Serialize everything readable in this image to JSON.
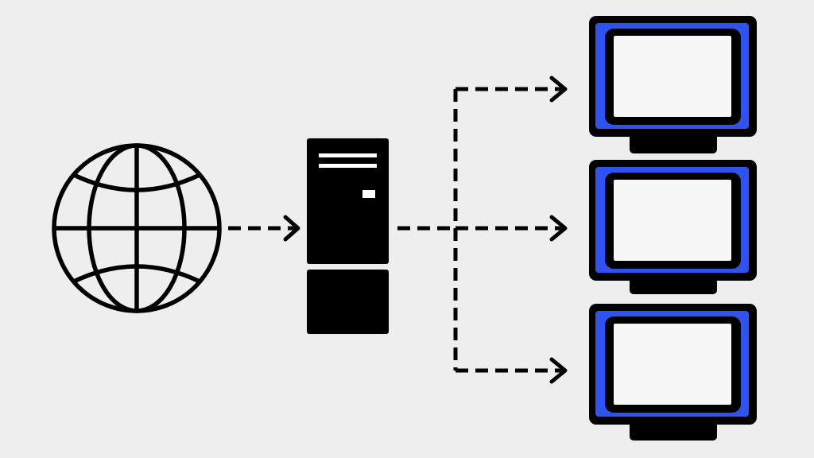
{
  "colors": {
    "background": "#eeeeee",
    "stroke": "#000000",
    "screen_frame": "#2f53f0",
    "screen": "#f7f7f7",
    "server_detail": "#ffffff"
  },
  "diagram": {
    "nodes": [
      {
        "id": "internet",
        "icon": "globe-icon"
      },
      {
        "id": "server",
        "icon": "server-tower-icon"
      },
      {
        "id": "monitor-top",
        "icon": "monitor-icon"
      },
      {
        "id": "monitor-middle",
        "icon": "monitor-icon"
      },
      {
        "id": "monitor-bottom",
        "icon": "monitor-icon"
      }
    ],
    "connections": [
      {
        "from": "internet",
        "to": "server",
        "style": "dashed-arrow"
      },
      {
        "from": "server",
        "to": "monitor-top",
        "style": "dashed-arrow"
      },
      {
        "from": "server",
        "to": "monitor-middle",
        "style": "dashed-arrow"
      },
      {
        "from": "server",
        "to": "monitor-bottom",
        "style": "dashed-arrow"
      }
    ]
  }
}
